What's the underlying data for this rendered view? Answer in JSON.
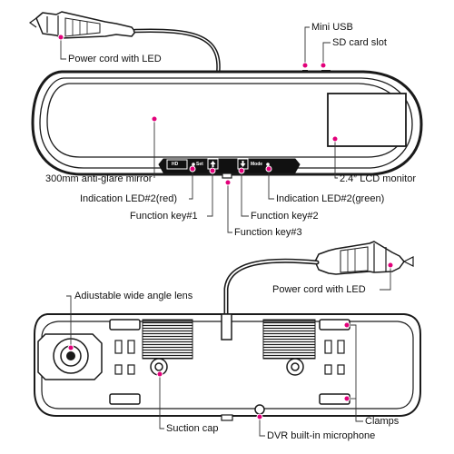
{
  "labels": {
    "power_cord_top": "Power cord with LED",
    "mini_usb": "Mini USB",
    "sd_card_slot": "SD card slot",
    "mirror": "300mm anti-glare mirror",
    "lcd_monitor": "2.4″ LCD monitor",
    "led_red": "Indication LED#2(red)",
    "led_green": "Indication LED#2(green)",
    "function_key_1": "Function key#1",
    "function_key_2": "Function key#2",
    "function_key_3": "Function key#3",
    "power_cord_back": "Power cord with LED",
    "lens": "Adiustable wide angle lens",
    "suction_cap": "Suction cap",
    "microphone": "DVR built-in microphone",
    "clamps": "Clamps"
  },
  "buttons": {
    "hd": "HD",
    "set": "Set",
    "mode": "Mode"
  },
  "colors": {
    "callout_dot": "#e2007a",
    "outline": "#1a1a1a",
    "bezel": "#111111"
  }
}
